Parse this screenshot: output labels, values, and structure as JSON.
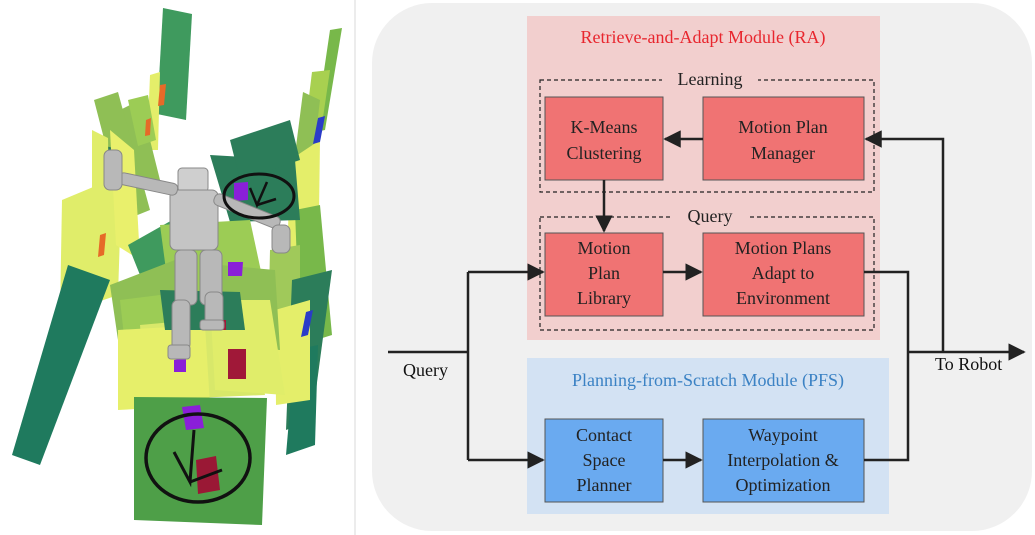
{
  "diagram": {
    "ra_module": {
      "title": "Retrieve-and-Adapt Module (RA)",
      "title_color": "#e8262e",
      "fill": "#f2cfce",
      "learning_label": "Learning",
      "query_label": "Query",
      "kmeans": {
        "line1": "K-Means",
        "line2": "Clustering"
      },
      "manager": {
        "line1": "Motion Plan",
        "line2": "Manager"
      },
      "library": {
        "line1": "Motion",
        "line2": "Plan",
        "line3": "Library"
      },
      "adapt": {
        "line1": "Motion Plans",
        "line2": "Adapt to",
        "line3": "Environment"
      },
      "box_fill": "#f07373"
    },
    "pfs_module": {
      "title": "Planning-from-Scratch Module (PFS)",
      "title_color": "#3b82c4",
      "fill": "#d3e2f3",
      "contact": {
        "line1": "Contact",
        "line2": "Space",
        "line3": "Planner"
      },
      "waypoint": {
        "line1": "Waypoint",
        "line2": "Interpolation &",
        "line3": "Optimization"
      },
      "box_fill": "#6aaaf0"
    },
    "query_input": "Query",
    "to_robot": "To Robot",
    "panel_fill": "#f0f0f0"
  }
}
